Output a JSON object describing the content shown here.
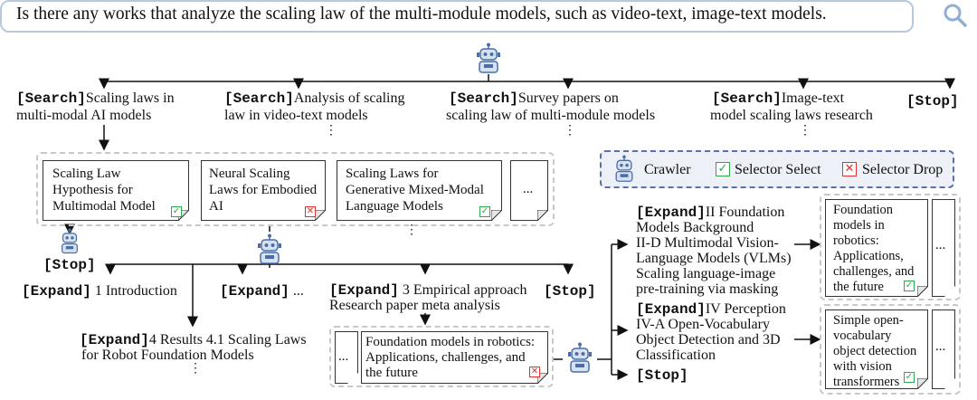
{
  "query": {
    "text": "Is there any works that analyze the scaling law of the multi-module models, such as video-text, image-text models.",
    "icon": "search-icon"
  },
  "top_actions": [
    {
      "tag": "[Search]",
      "text1": "Scaling laws in",
      "text2": "multi-modal AI models"
    },
    {
      "tag": "[Search]",
      "text1": "Analysis of scaling",
      "text2": "law in video-text models"
    },
    {
      "tag": "[Search]",
      "text1": "Survey papers on",
      "text2": "scaling law of multi-module models"
    },
    {
      "tag": "[Search]",
      "text1": "Image-text",
      "text2": "model scaling laws research"
    },
    {
      "tag": "[Stop]"
    }
  ],
  "papers_row": [
    {
      "title": "Scaling Law Hypothesis for Multimodal Model",
      "status": "select"
    },
    {
      "title": "Neural Scaling Laws for Embodied AI",
      "status": "drop"
    },
    {
      "title": "Scaling Laws for Generative Mixed-Modal Language Models",
      "status": "select"
    },
    {
      "title": "..."
    }
  ],
  "legend": {
    "crawler": "Crawler",
    "select": "Selector Select",
    "drop": "Selector Drop"
  },
  "left_stop": "[Stop]",
  "expand_actions": {
    "e1_tag": "[Expand]",
    "e1_text": "1 Introduction",
    "e2_tag": "[Expand]",
    "e2_text": "...",
    "e3_tag": "[Expand]",
    "e3_text1": "3 Empirical approach",
    "e3_text2": "Research paper meta analysis",
    "e4_tag": "[Expand]",
    "e4_text1": "4 Results 4.1 Scaling Laws",
    "e4_text2": "for Robot Foundation Models",
    "stop": "[Stop]"
  },
  "bottom_paper": {
    "dots": "...",
    "title": "Foundation models in robotics: Applications, challenges, and the future",
    "status": "drop"
  },
  "right_actions": {
    "r1_tag": "[Expand]",
    "r1_l1": "II Foundation",
    "r1_l2": "Models Background",
    "r1_l3": "II-D Multimodal Vision-",
    "r1_l4": "Language Models (VLMs)",
    "r1_l5": "Scaling language-image",
    "r1_l6": "pre-training via masking",
    "r2_tag": "[Expand]",
    "r2_l1": "IV Perception",
    "r2_l2": "IV-A Open-Vocabulary",
    "r2_l3": "Object Detection and 3D",
    "r2_l4": "Classification",
    "stop": "[Stop]"
  },
  "right_papers": [
    {
      "title": "Foundation models in robotics: Applications, challenges, and the future",
      "status": "select"
    },
    {
      "title": "Simple open-vocabulary object detection with vision transformers",
      "status": "select"
    }
  ],
  "right_dots": "...",
  "colors": {
    "select": "#2aa84a",
    "drop": "#e0312e",
    "legend_border": "#5b6fa8",
    "query_border": "#b7c9dc"
  }
}
